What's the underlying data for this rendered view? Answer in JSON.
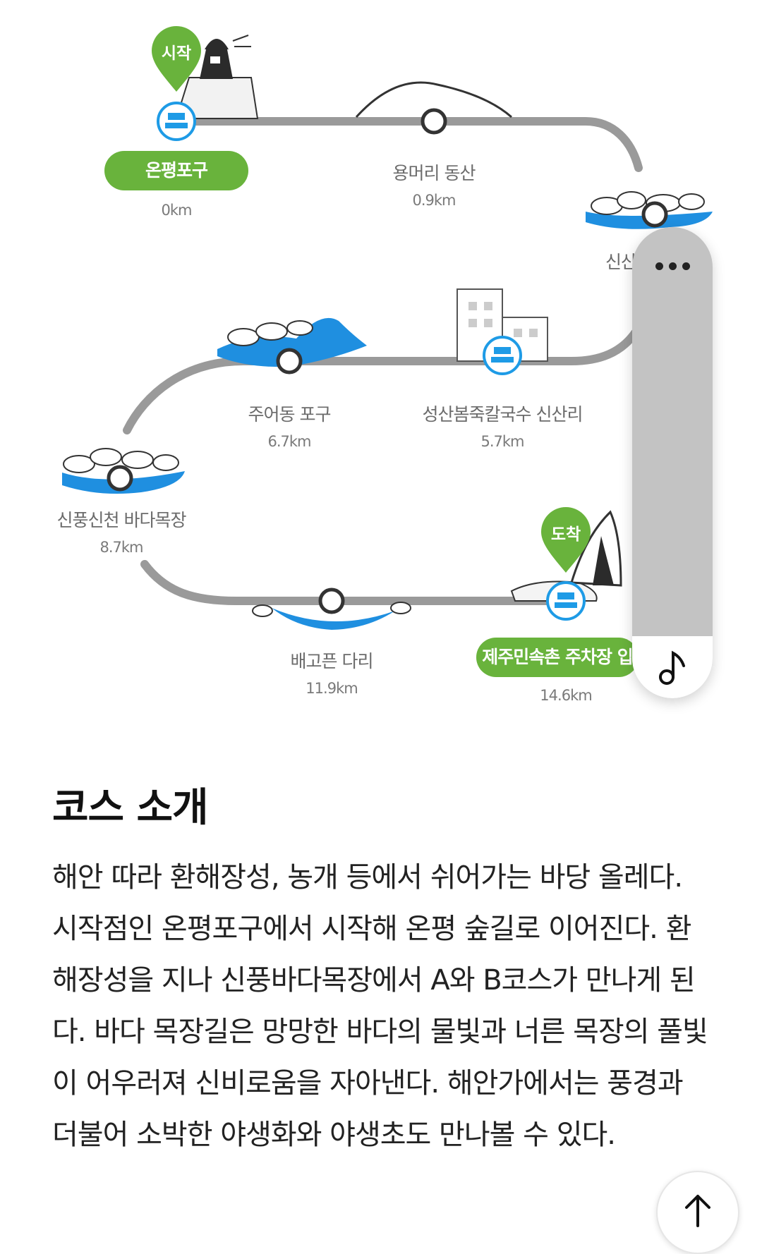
{
  "map": {
    "start_badge": "시작",
    "end_badge": "도착",
    "stations": [
      {
        "name": "온평포구",
        "distance": "0km"
      },
      {
        "name": "용머리 동산",
        "distance": "0.9km"
      },
      {
        "name": "신산",
        "distance": ""
      },
      {
        "name": "성산봄죽칼국수 신산리",
        "distance": "5.7km"
      },
      {
        "name": "주어동 포구",
        "distance": "6.7km"
      },
      {
        "name": "신풍신천 바다목장",
        "distance": "8.7km"
      },
      {
        "name": "배고픈 다리",
        "distance": "11.9km"
      },
      {
        "name": "제주민속촌 주차장 입",
        "distance": "14.6km"
      }
    ],
    "colors": {
      "route": "#9a9a9a",
      "accent_green": "#69b33c",
      "sea_blue": "#1f8fe0",
      "stamp_blue": "#1e9be6"
    }
  },
  "content": {
    "title": "코스 소개",
    "description": "해안 따라 환해장성, 농개 등에서 쉬어가는 바당 올레다. 시작점인 온평포구에서 시작해 온평 숲길로 이어진다. 환해장성을 지나 신풍바다목장에서 A와 B코스가 만나게 된다. 바다 목장길은 망망한 바다의 물빛과 너른 목장의 풀빛이 어우러져 신비로움을 자아낸다. 해안가에서는 풍경과 더불어 소박한 야생화와 야생초도 만나볼 수 있다."
  },
  "floating_panel": {
    "more_icon": "more-dots-icon",
    "music_icon": "music-note-icon"
  },
  "scroll_top": {
    "icon": "arrow-up-icon"
  }
}
